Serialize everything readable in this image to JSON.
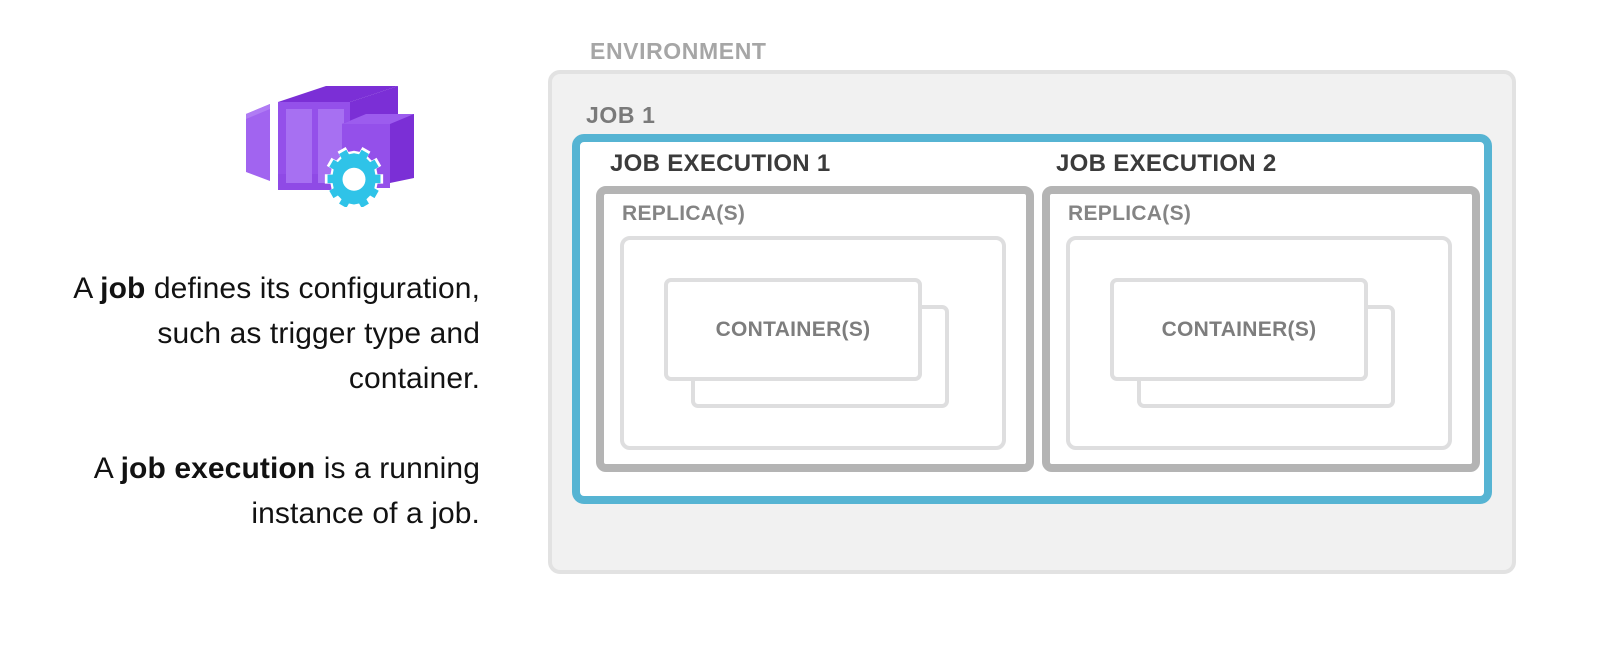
{
  "colors": {
    "accent_blue": "#56b4d3",
    "environment_fill": "#f1f1f1",
    "environment_border": "#e2e2e2",
    "environment_label": "#a6a6a6",
    "job_label": "#7a7a7a",
    "exec_label": "#3b3b3b",
    "replica_border": "#b4b4b4",
    "container_border": "#dededf",
    "container_label": "#7d7d7d",
    "body_text": "#121212",
    "icon_purple_light": "#a164f0",
    "icon_purple_mid": "#9450ea",
    "icon_purple_dark": "#7b2fd6",
    "icon_gear_cyan": "#2fc3e8"
  },
  "left": {
    "icon": {
      "name": "container-apps-job-icon",
      "parts": [
        "container-box-purple",
        "gear-cyan"
      ]
    },
    "paragraphs": [
      {
        "id": "job-definition",
        "runs": [
          {
            "text": "A ",
            "bold": false
          },
          {
            "text": "job",
            "bold": true
          },
          {
            "text": " defines its configuration, such as trigger type and container.",
            "bold": false
          }
        ],
        "plain": "A job defines its configuration, such as trigger type and container."
      },
      {
        "id": "job-execution-definition",
        "runs": [
          {
            "text": "A ",
            "bold": false
          },
          {
            "text": "job execution",
            "bold": true
          },
          {
            "text": " is a running instance of a job.",
            "bold": false
          }
        ],
        "plain": "A job execution is a running instance of a job."
      }
    ],
    "text_runs": {
      "p1_a": "A ",
      "p1_bold": "job",
      "p1_rest": " defines its configuration, such as trigger type and container.",
      "p2_a": "A ",
      "p2_bold": "job execution",
      "p2_rest": " is a running instance of a job."
    }
  },
  "diagram": {
    "environment_label": "ENVIRONMENT",
    "job_label": "JOB 1",
    "executions": [
      {
        "label": "JOB EXECUTION 1",
        "replica_label": "REPLICA(S)",
        "container_label": "CONTAINER(S)",
        "container_count_visual": 2
      },
      {
        "label": "JOB EXECUTION 2",
        "replica_label": "REPLICA(S)",
        "container_label": "CONTAINER(S)",
        "container_count_visual": 2
      }
    ]
  }
}
